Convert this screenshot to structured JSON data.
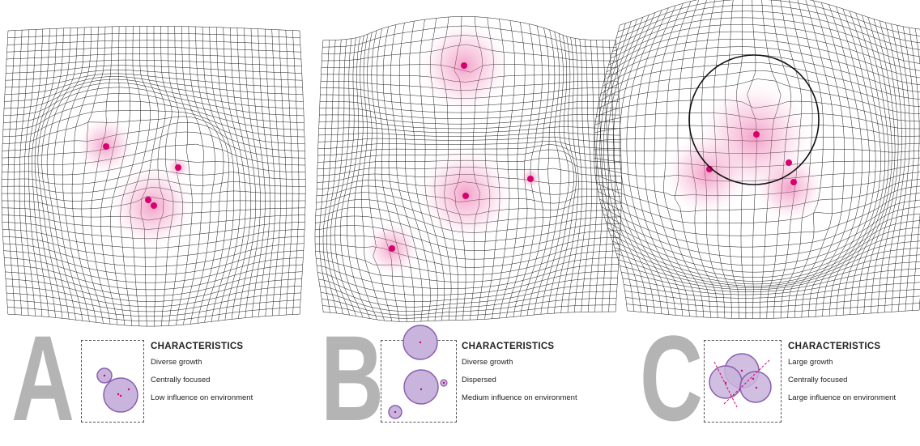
{
  "panels": [
    {
      "letter": "A",
      "heading": "CHARACTERISTICS",
      "items": [
        "Diverse growth",
        "Centrally focused",
        "Low influence on environment"
      ]
    },
    {
      "letter": "B",
      "heading": "CHARACTERISTICS",
      "items": [
        "Diverse growth",
        "Dispersed",
        "Medium influence on environment"
      ]
    },
    {
      "letter": "C",
      "heading": "CHARACTERISTICS",
      "items": [
        "Large growth",
        "Centrally focused",
        "Large influence on environment"
      ]
    }
  ],
  "colors": {
    "grid_line": "#1a1a1a",
    "point": "#d6006e",
    "halo": "#e8559a",
    "inset_circle_fill": "#c8b4dc",
    "inset_circle_stroke": "#8a5fb0",
    "letter": "#b4b4b4"
  }
}
